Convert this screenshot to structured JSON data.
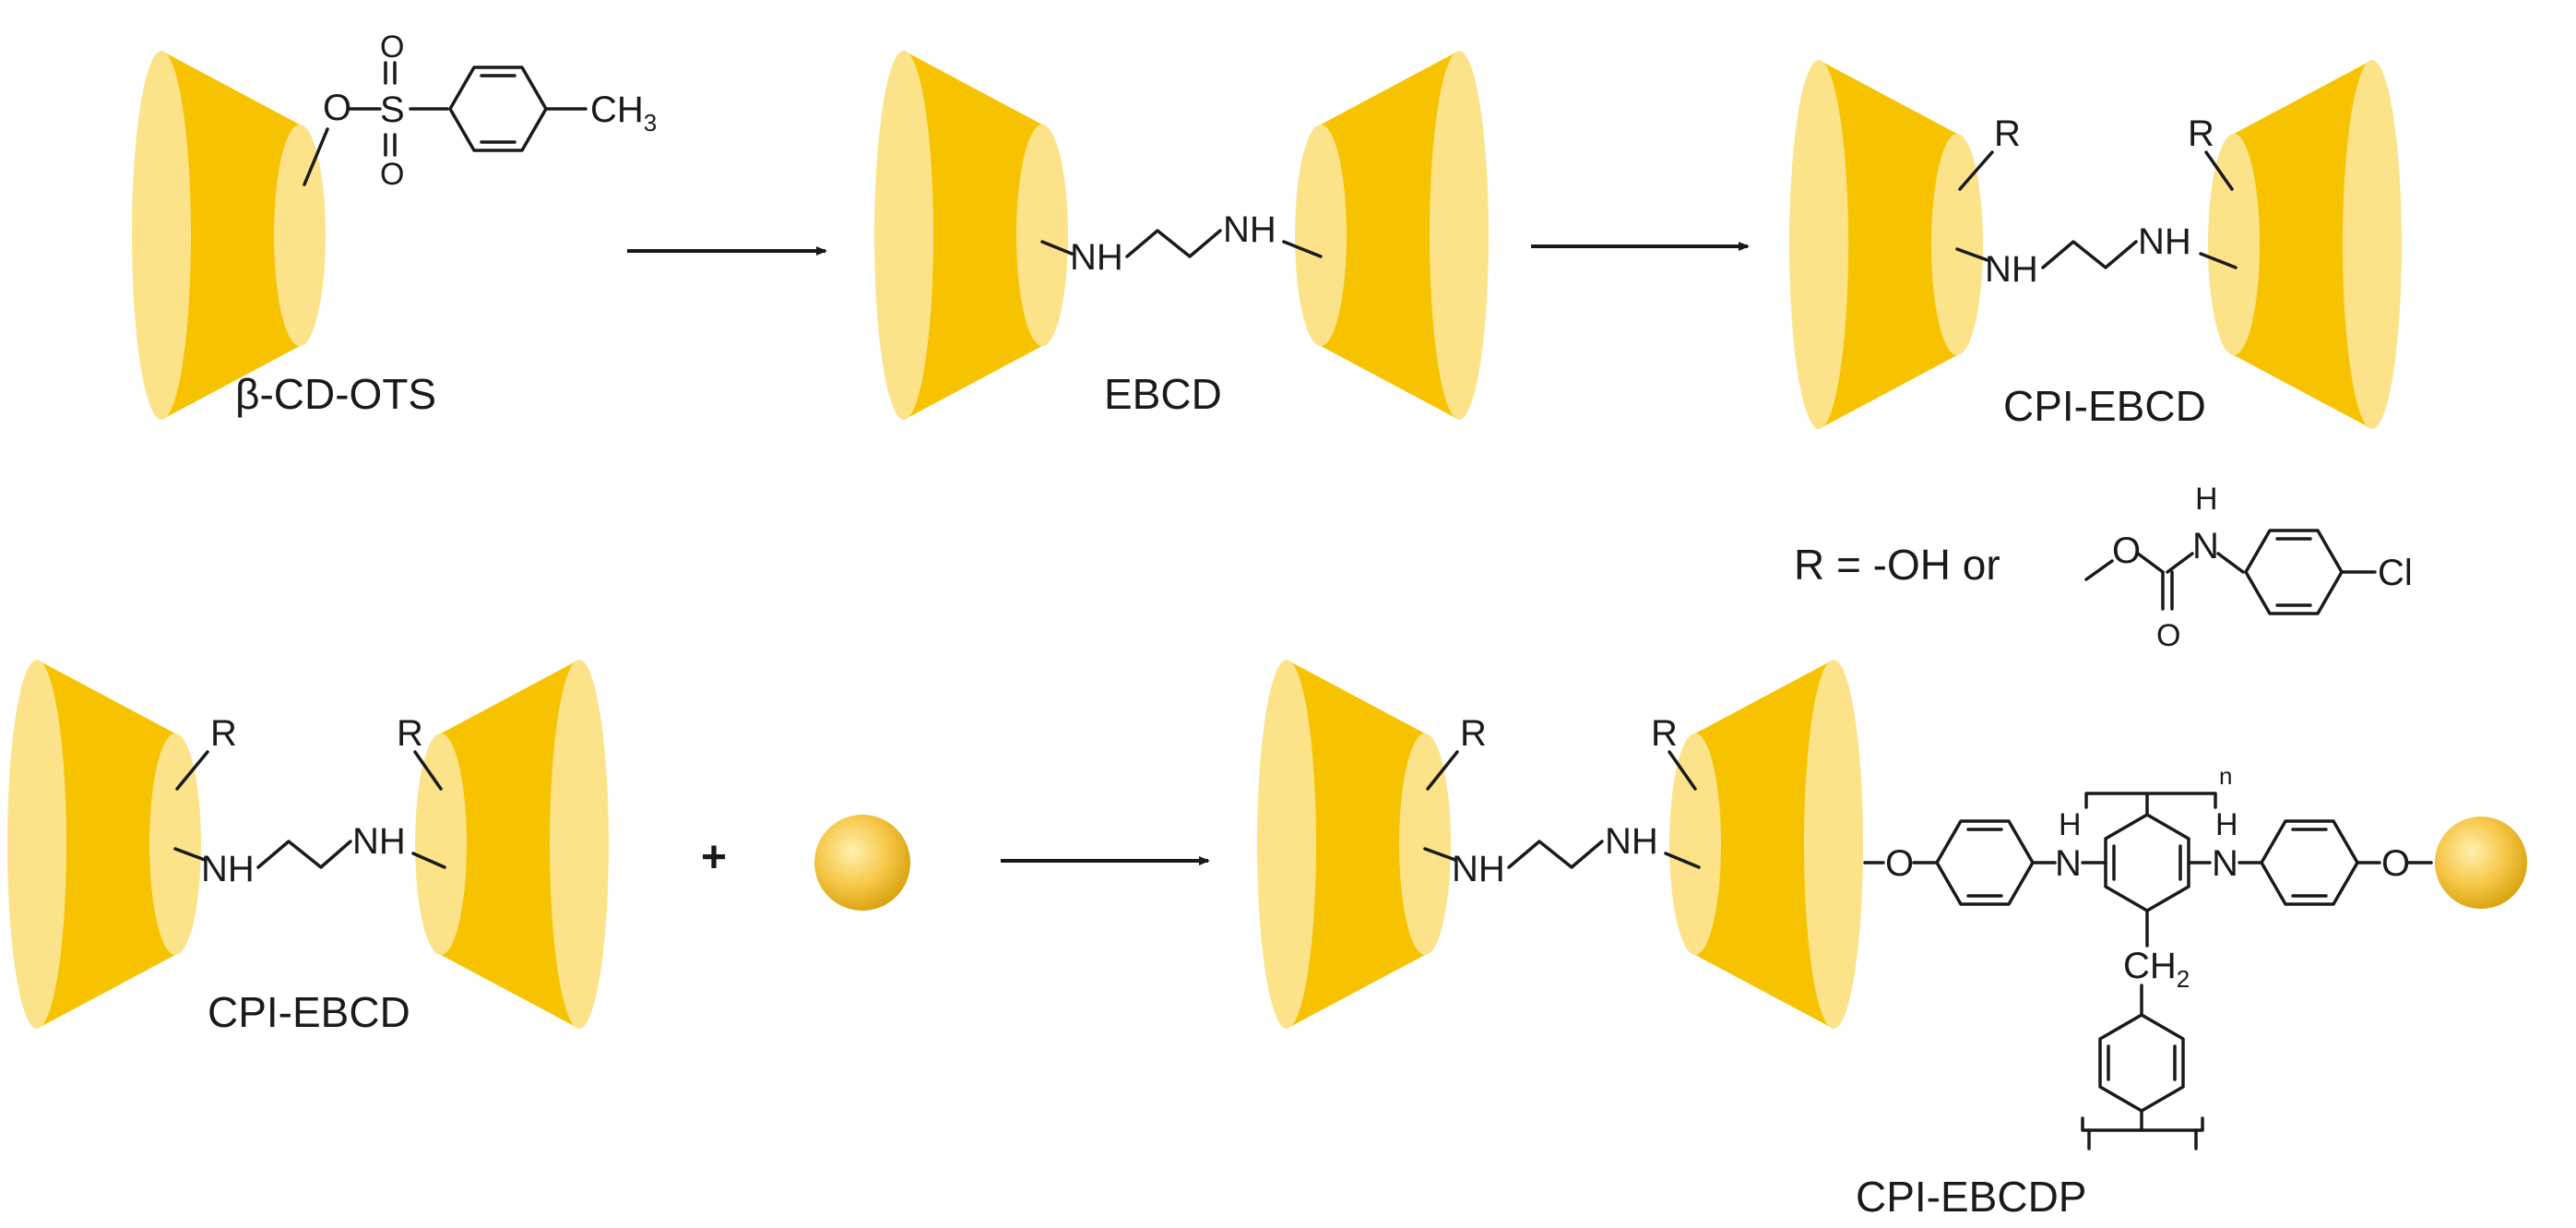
{
  "labels": {
    "b_cd_ots": "β-CD-OTS",
    "ebcd": "EBCD",
    "cpi_ebcd_top": "CPI-EBCD",
    "cpi_ebcd_bottom": "CPI-EBCD",
    "cpi_ebcdp": "CPI-EBCDP",
    "plus": "+",
    "r_definition": "R = -OH or"
  },
  "atoms": {
    "O": "O",
    "S": "S",
    "CH3": "CH",
    "CH3_sub": "3",
    "NH": "NH",
    "N": "N",
    "H": "H",
    "R": "R",
    "Cl": "Cl",
    "CH2": "CH",
    "CH2_sub": "2",
    "n": "n"
  },
  "colors": {
    "cone_body": "#f7c300",
    "cone_cap": "#fce38a",
    "sphere": "#f4c430",
    "ink": "#1a1a1a"
  }
}
